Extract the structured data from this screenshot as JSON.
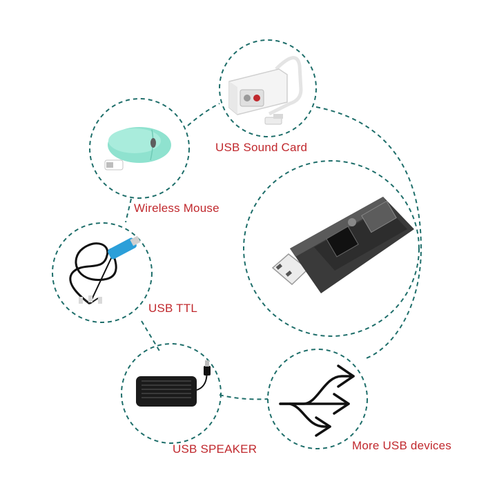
{
  "labels": {
    "sound_card": "USB Sound Card",
    "mouse": "Wireless Mouse",
    "ttl": "USB TTL",
    "speaker": "USB SPEAKER",
    "more": "More USB devices"
  },
  "colors": {
    "dashed_line": "#1e6e6a",
    "label_text": "#c0282d"
  },
  "icons": {
    "center": "usb-isolator-dongle",
    "sound_card": "usb-sound-card-icon",
    "mouse": "wireless-mouse-icon",
    "ttl": "usb-ttl-cable-icon",
    "speaker": "usb-speaker-icon",
    "more": "branching-arrows-icon"
  }
}
